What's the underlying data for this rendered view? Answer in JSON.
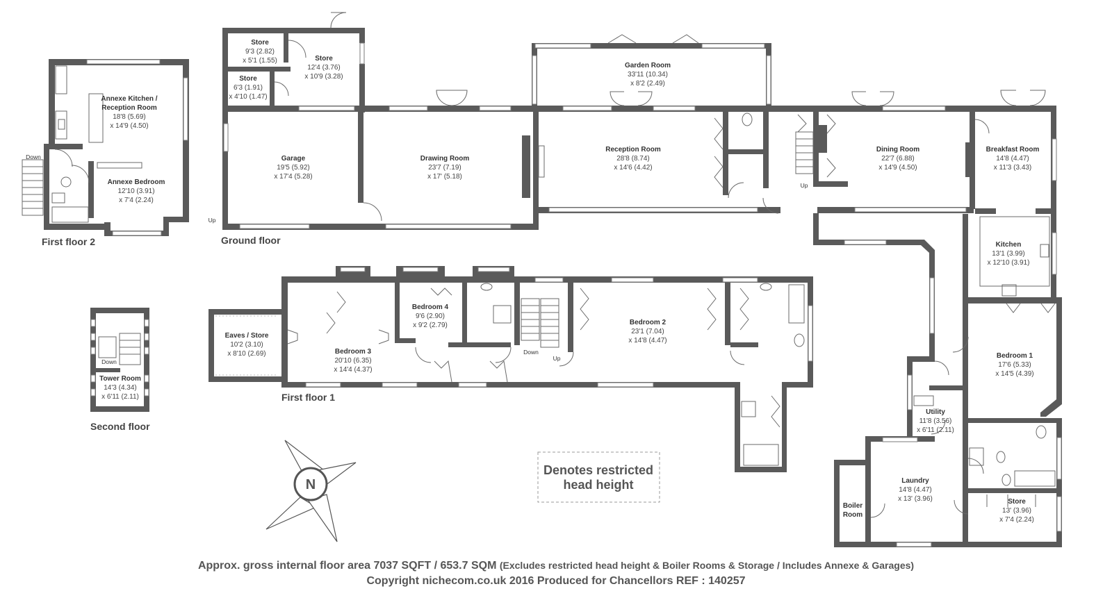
{
  "floors": {
    "first_floor_2": "First floor 2",
    "ground_floor": "Ground floor",
    "first_floor_1": "First floor 1",
    "second_floor": "Second floor"
  },
  "rooms": {
    "annexe_kitchen": {
      "name_1": "Annexe Kitchen /",
      "name_2": "Reception Room",
      "dim_1": "18'8 (5.69)",
      "dim_2": "x 14'9 (4.50)"
    },
    "annexe_bedroom": {
      "name": "Annexe Bedroom",
      "dim_1": "12'10 (3.91)",
      "dim_2": "x 7'4 (2.24)"
    },
    "store_a": {
      "name": "Store",
      "dim_1": "9'3 (2.82)",
      "dim_2": "x 5'1 (1.55)"
    },
    "store_b": {
      "name": "Store",
      "dim_1": "6'3 (1.91)",
      "dim_2": "x 4'10 (1.47)"
    },
    "store_c": {
      "name": "Store",
      "dim_1": "12'4 (3.76)",
      "dim_2": "x 10'9 (3.28)"
    },
    "garage": {
      "name": "Garage",
      "dim_1": "19'5 (5.92)",
      "dim_2": "x 17'4 (5.28)"
    },
    "drawing_room": {
      "name": "Drawing Room",
      "dim_1": "23'7 (7.19)",
      "dim_2": "x 17' (5.18)"
    },
    "garden_room": {
      "name": "Garden Room",
      "dim_1": "33'11 (10.34)",
      "dim_2": "x 8'2 (2.49)"
    },
    "reception_room": {
      "name": "Reception Room",
      "dim_1": "28'8 (8.74)",
      "dim_2": "x 14'6 (4.42)"
    },
    "dining_room": {
      "name": "Dining Room",
      "dim_1": "22'7 (6.88)",
      "dim_2": "x 14'9 (4.50)"
    },
    "breakfast_room": {
      "name": "Breakfast Room",
      "dim_1": "14'8 (4.47)",
      "dim_2": "x 11'3 (3.43)"
    },
    "kitchen": {
      "name": "Kitchen",
      "dim_1": "13'1 (3.99)",
      "dim_2": "x 12'10 (3.91)"
    },
    "bedroom_1": {
      "name": "Bedroom 1",
      "dim_1": "17'6 (5.33)",
      "dim_2": "x 14'5 (4.39)"
    },
    "utility": {
      "name": "Utility",
      "dim_1": "11'8 (3.56)",
      "dim_2": "x 6'11 (2.11)"
    },
    "laundry": {
      "name": "Laundry",
      "dim_1": "14'8 (4.47)",
      "dim_2": "x 13' (3.96)"
    },
    "boiler_room": {
      "name_1": "Boiler",
      "name_2": "Room"
    },
    "store_d": {
      "name": "Store",
      "dim_1": "13' (3.96)",
      "dim_2": "x 7'4 (2.24)"
    },
    "eaves_store": {
      "name": "Eaves / Store",
      "dim_1": "10'2 (3.10)",
      "dim_2": "x 8'10 (2.69)"
    },
    "bedroom_3": {
      "name": "Bedroom 3",
      "dim_1": "20'10 (6.35)",
      "dim_2": "x 14'4 (4.37)"
    },
    "bedroom_4": {
      "name": "Bedroom 4",
      "dim_1": "9'6 (2.90)",
      "dim_2": "x 9'2 (2.79)"
    },
    "bedroom_2": {
      "name": "Bedroom 2",
      "dim_1": "23'1 (7.04)",
      "dim_2": "x 14'8 (4.47)"
    },
    "tower_room": {
      "name": "Tower Room",
      "dim_1": "14'3 (4.34)",
      "dim_2": "x 6'11 (2.11)"
    }
  },
  "stair_labels": {
    "down": "Down",
    "up": "Up"
  },
  "compass": {
    "letter": "N"
  },
  "legend": {
    "line_1": "Denotes restricted",
    "line_2": "head height"
  },
  "footer": {
    "area_main": "Approx. gross internal floor area 7037 SQFT / 653.7 SQM",
    "area_note": "(Excludes restricted head height & Boiler Rooms & Storage / Includes Annexe & Garages)",
    "copyright": "Copyright nichecom.co.uk 2016 Produced for Chancellors REF : 140257"
  },
  "colors": {
    "wall": "#5a5a5a",
    "text": "#444444",
    "background": "#ffffff"
  }
}
